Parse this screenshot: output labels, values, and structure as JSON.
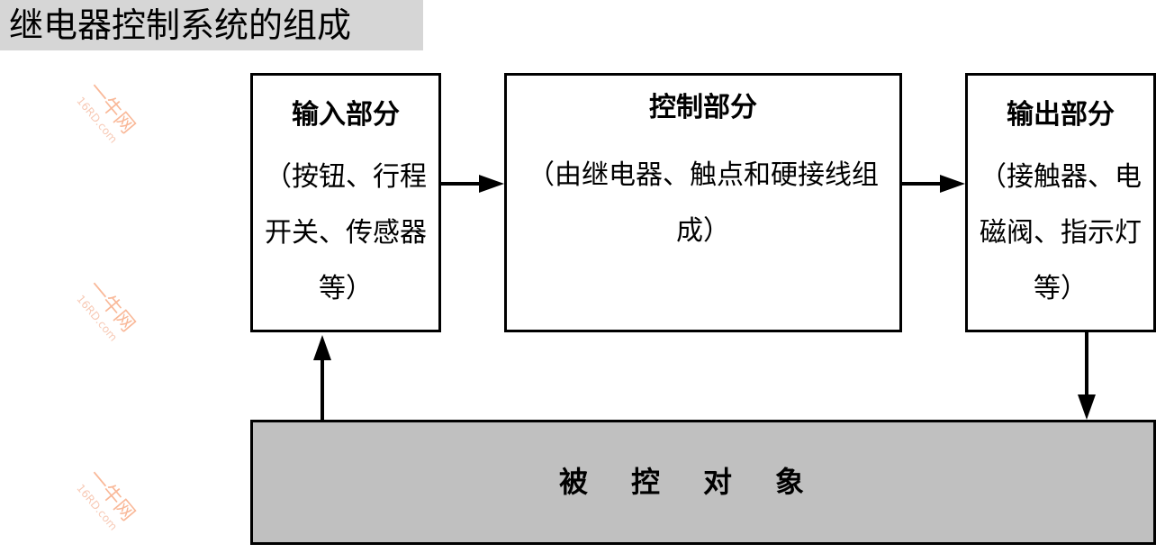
{
  "title": "继电器控制系统的组成",
  "input": {
    "heading": "输入部分",
    "desc": "（按钮、行程开关、传感器等）"
  },
  "control": {
    "heading": "控制部分",
    "desc": "（由继电器、触点和硬接线组成）"
  },
  "output": {
    "heading": "输出部分",
    "desc": "（接触器、电磁阀、指示灯等）"
  },
  "object": {
    "label": "被控对象"
  },
  "watermark": {
    "brand": "一牛网",
    "site": "16RD.com"
  }
}
